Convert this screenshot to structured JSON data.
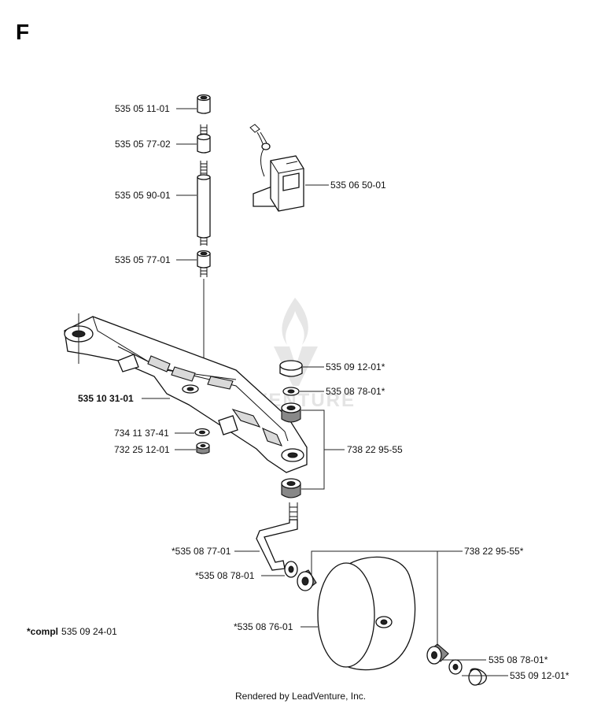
{
  "section_letter": "F",
  "labels": {
    "p1": "535 05 11-01",
    "p2": "535 05 77-02",
    "p3": "535 05 90-01",
    "p4": "535 05 77-01",
    "p5": "535 06 50-01",
    "p6": "535 09 12-01*",
    "p7": "535 08 78-01*",
    "p8": "535 10 31-01",
    "p9": "734 11 37-41",
    "p10": "732 25 12-01",
    "p11": "738 22 95-55",
    "p12": "*535 08 77-01",
    "p13": "*535 08 78-01",
    "p14": "738 22 95-55*",
    "p15": "*535 08 76-01",
    "p16": "535 08 78-01*",
    "p17": "535 09 12-01*"
  },
  "compl": {
    "prefix": "*compl",
    "number": "535 09 24-01"
  },
  "watermark": "LEADVENTURE",
  "footer": "Rendered by LeadVenture, Inc."
}
